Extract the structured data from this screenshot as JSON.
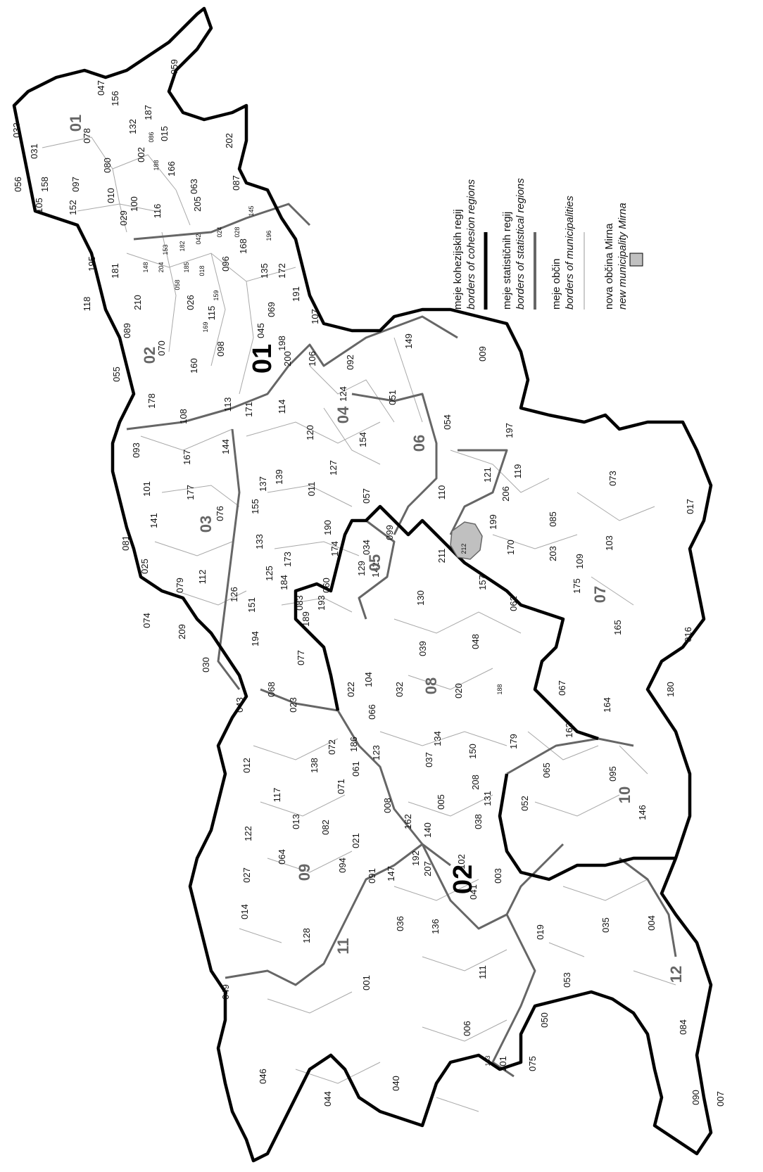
{
  "legend": {
    "cohesion_sl": "meje kohezijskih regij",
    "cohesion_en": "borders of cohesion regions",
    "statistical_sl": "meje statističnih regij",
    "statistical_en": "borders of statistical regions",
    "municipal_sl": "meje občin",
    "municipal_en": "borders of municipalities",
    "new_sl": "nova občina Mirna",
    "new_en": "new municipality Mirna"
  },
  "colors": {
    "cohesion_border": "#000000",
    "statistical_border": "#666666",
    "municipal_border": "#a8a8a8",
    "new_municipality_fill": "#c0c0c0"
  },
  "map_labels": {
    "cohesion": [
      "01",
      "02"
    ],
    "statistical": [
      "01",
      "02",
      "03",
      "04",
      "05",
      "06",
      "07",
      "08",
      "09",
      "10",
      "11",
      "12"
    ],
    "municipalities": [
      "033",
      "031",
      "078",
      "156",
      "047",
      "059",
      "132",
      "187",
      "002",
      "086",
      "015",
      "202",
      "056",
      "158",
      "097",
      "080",
      "188",
      "166",
      "063",
      "105",
      "152",
      "010",
      "100",
      "116",
      "029",
      "205",
      "087",
      "195",
      "181",
      "148",
      "204",
      "153",
      "182",
      "042",
      "024",
      "028",
      "145",
      "196",
      "118",
      "210",
      "058",
      "185",
      "018",
      "096",
      "168",
      "135",
      "172",
      "089",
      "026",
      "159",
      "115",
      "069",
      "191",
      "107",
      "070",
      "169",
      "045",
      "198",
      "055",
      "160",
      "098",
      "106",
      "200",
      "178",
      "108",
      "113",
      "171",
      "114",
      "124",
      "092",
      "051",
      "149",
      "009",
      "093",
      "167",
      "144",
      "120",
      "154",
      "054",
      "197",
      "101",
      "177",
      "137",
      "139",
      "127",
      "011",
      "057",
      "121",
      "119",
      "206",
      "081",
      "141",
      "076",
      "155",
      "133",
      "190",
      "174",
      "034",
      "099",
      "110",
      "199",
      "085",
      "073",
      "017",
      "025",
      "112",
      "126",
      "125",
      "173",
      "129",
      "142",
      "211",
      "212",
      "170",
      "203",
      "109",
      "103",
      "079",
      "151",
      "184",
      "060",
      "130",
      "157",
      "175",
      "074",
      "209",
      "083",
      "189",
      "193",
      "062",
      "194",
      "039",
      "048",
      "165",
      "016",
      "030",
      "077",
      "104",
      "067",
      "068",
      "022",
      "032",
      "020",
      "188",
      "180",
      "043",
      "023",
      "066",
      "164",
      "072",
      "186",
      "123",
      "134",
      "179",
      "163",
      "012",
      "138",
      "061",
      "037",
      "150",
      "065",
      "095",
      "117",
      "071",
      "008",
      "208",
      "005",
      "131",
      "052",
      "122",
      "013",
      "082",
      "021",
      "162",
      "140",
      "038",
      "192",
      "102",
      "146",
      "027",
      "064",
      "094",
      "091",
      "041",
      "003",
      "147",
      "207",
      "014",
      "036",
      "136",
      "019",
      "035",
      "004",
      "128",
      "001",
      "111",
      "053",
      "049",
      "050",
      "084",
      "006",
      "183",
      "201",
      "075",
      "046",
      "044",
      "040",
      "090",
      "007"
    ]
  }
}
